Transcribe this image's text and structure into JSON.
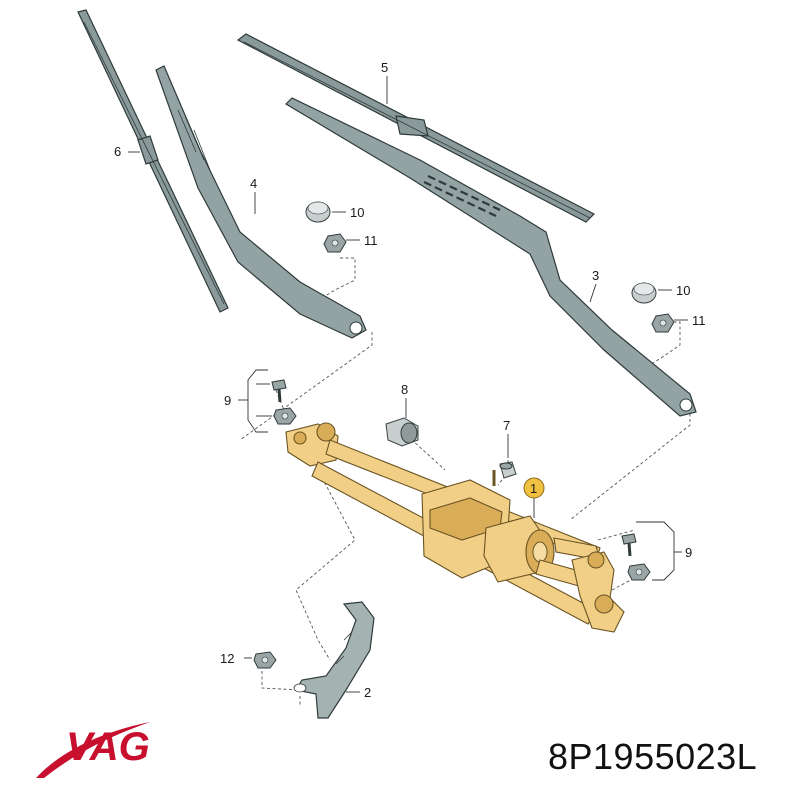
{
  "callouts": {
    "c1": "1",
    "c2": "2",
    "c3": "3",
    "c4": "4",
    "c5": "5",
    "c6": "6",
    "c7": "7",
    "c8": "8",
    "c9a": "9",
    "c9b": "9",
    "c10a": "10",
    "c10b": "10",
    "c11a": "11",
    "c11b": "11",
    "c12": "12"
  },
  "brand": {
    "name": "VAG",
    "color": "#c8102e"
  },
  "part_number": "8P1955023L",
  "colors": {
    "highlight": "#f1cf86",
    "badge": "#f0c040",
    "parts": "#93a3a3"
  }
}
